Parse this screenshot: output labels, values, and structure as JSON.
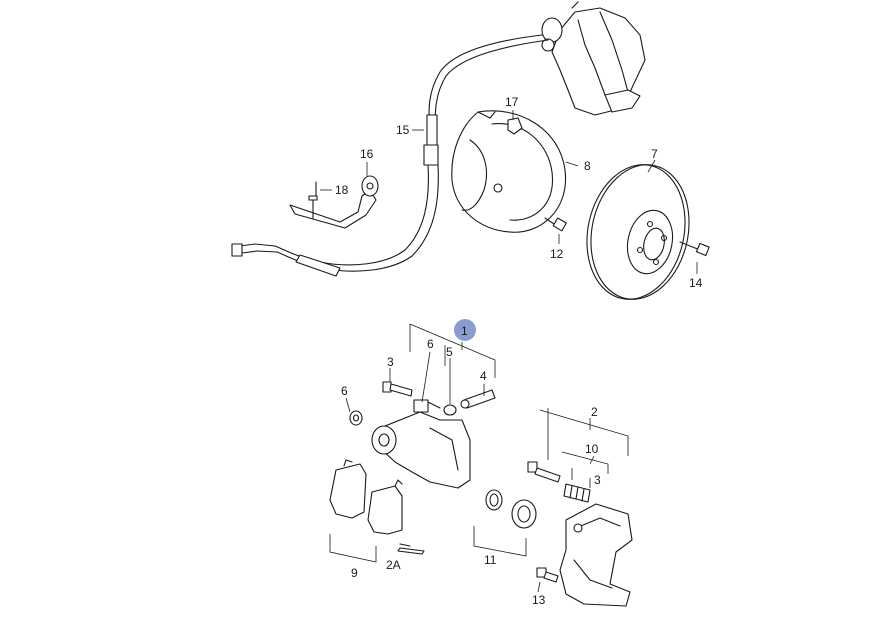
{
  "callouts": {
    "c1": "1",
    "c2": "2",
    "c2a": "2A",
    "c3a": "3",
    "c3b": "3",
    "c4": "4",
    "c5": "5",
    "c6a": "6",
    "c6b": "6",
    "c7": "7",
    "c8": "8",
    "c9": "9",
    "c10": "10",
    "c11": "11",
    "c12": "12",
    "c13": "13",
    "c14": "14",
    "c15": "15",
    "c16": "16",
    "c17": "17",
    "c18": "18"
  },
  "highlight_color": "#8c9bd0"
}
